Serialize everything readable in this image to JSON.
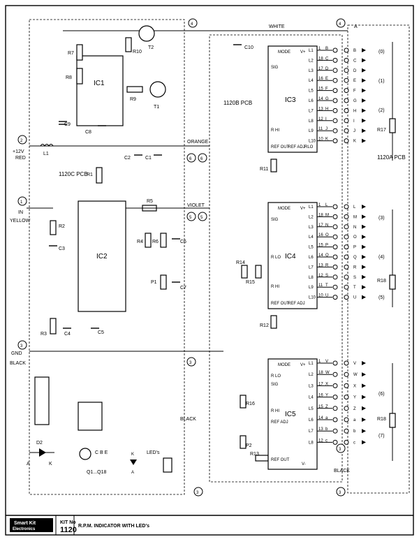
{
  "title_block": {
    "brand_line1": "Smart Kit",
    "brand_line2": "Electronics",
    "kit_no_label": "KIT No",
    "kit_no": "1120",
    "title": "R.P.M. INDICATOR WITH LED's"
  },
  "pcb_labels": {
    "c": "1120C PCB",
    "b": "1120B PCB",
    "a": "1120A PCB"
  },
  "wires": {
    "white": "WHITE",
    "orange": "ORANGE",
    "violet": "VIOLET",
    "black": "BLACK",
    "a": "A"
  },
  "connectors": {
    "plus12v": "+12V",
    "red": "RED",
    "in": "IN",
    "yellow": "YELLOW",
    "gnd": "GND",
    "black": "BLACK"
  },
  "terminals": [
    "1",
    "2",
    "3",
    "4",
    "5",
    "6"
  ],
  "ics": {
    "ic1": "IC1",
    "ic2": "IC2",
    "ic3": "IC3",
    "ic4": "IC4",
    "ic5": "IC5"
  },
  "transistors": {
    "t1": "T1",
    "t2": "T2"
  },
  "components_c": [
    "R7",
    "R8",
    "R10",
    "R9",
    "C9",
    "C8",
    "L1",
    "C2",
    "C1",
    "R1",
    "R5",
    "R2",
    "C3",
    "R4",
    "R6",
    "C6",
    "P1",
    "C7",
    "R3",
    "C4",
    "C5"
  ],
  "components_b": [
    "C10",
    "R11",
    "R14",
    "R15",
    "R12",
    "R16",
    "P2",
    "R13"
  ],
  "ic_pins": {
    "mode": "MODE",
    "vplus": "V+",
    "sig": "SIG",
    "rhi": "R HI",
    "rlo": "R LO",
    "refout": "REF OUT",
    "refadj": "REF ADJ",
    "rlo3": "RLO",
    "vminus": "V-"
  },
  "led_outputs": [
    "L1",
    "L2",
    "L3",
    "L4",
    "L5",
    "L6",
    "L7",
    "L8",
    "L9",
    "L10"
  ],
  "ic3_pins": [
    "1",
    "18",
    "17",
    "16",
    "15",
    "14",
    "13",
    "12",
    "11",
    "10"
  ],
  "ic3_letters": [
    "B",
    "C",
    "D",
    "E",
    "F",
    "G",
    "H",
    "I",
    "J",
    "K"
  ],
  "ic4_letters": [
    "L",
    "M",
    "N",
    "O",
    "P",
    "Q",
    "R",
    "S",
    "T",
    "U"
  ],
  "ic5_pins": [
    "1",
    "18",
    "17",
    "16",
    "15",
    "14",
    "13",
    "12"
  ],
  "ic5_letters": [
    "V",
    "W",
    "X",
    "Y",
    "Z",
    "a",
    "b",
    "c"
  ],
  "pcb_a_groups": [
    "(0)",
    "(1)",
    "(2)",
    "(3)",
    "(4)",
    "(5)",
    "(6)",
    "(7)"
  ],
  "pcb_a_resistors": [
    "R17",
    "R18",
    "R18"
  ],
  "legend": {
    "diode": "D2",
    "anode": "A",
    "cathode": "K",
    "transistor_pins": "C  B  E",
    "transistor_name": "Q1...Q18",
    "leds": "LED's",
    "led_k": "K",
    "led_a": "A"
  }
}
